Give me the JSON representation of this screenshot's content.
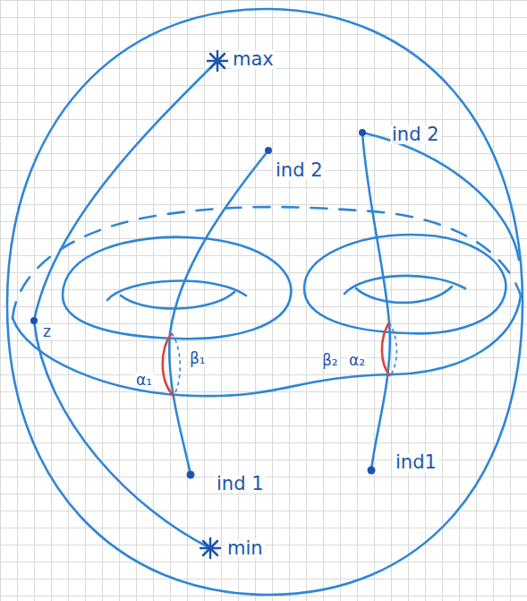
{
  "diagram": {
    "labels": [
      "max",
      "ind 2",
      "ind 2",
      "z",
      "α₁",
      "β₁",
      "β₂",
      "α₂",
      "ind 1",
      "ind1",
      "min"
    ]
  }
}
